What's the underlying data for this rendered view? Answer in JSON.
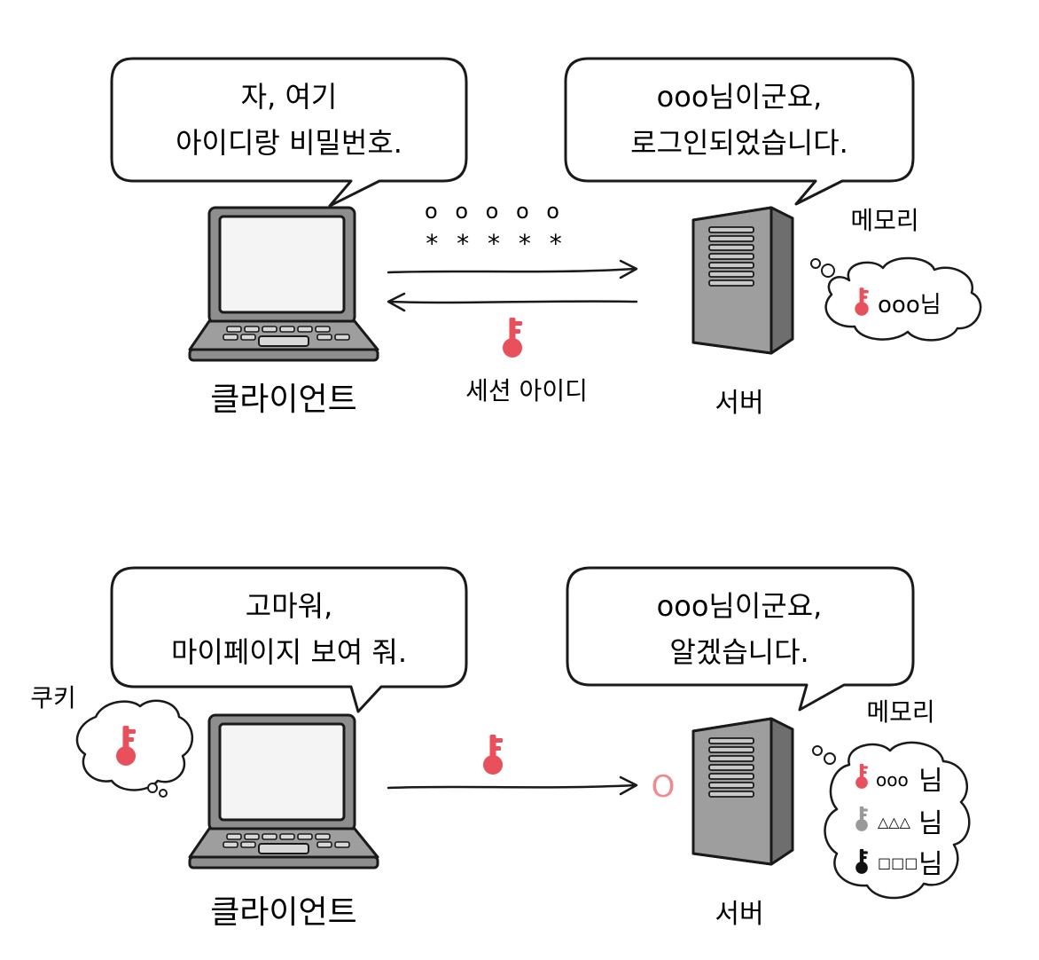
{
  "panel1": {
    "client_speech": [
      "자, 여기",
      "아이디랑 비밀번호."
    ],
    "server_speech": [
      "ooo님이군요,",
      "로그인되었습니다."
    ],
    "credentials_id": "o o o o o",
    "credentials_pw": "* * * * *",
    "session_id_label": "세션 아이디",
    "client_label": "클라이언트",
    "server_label": "서버",
    "memory_label": "메모리",
    "memory_entry": "ooo님"
  },
  "panel2": {
    "client_speech": [
      "고마워,",
      "마이페이지 보여 줘."
    ],
    "server_speech": [
      "ooo님이군요,",
      "알겠습니다."
    ],
    "cookie_label": "쿠키",
    "client_label": "클라이언트",
    "server_label": "서버",
    "memory_label": "메모리",
    "match_mark": "O",
    "memory_entries": [
      {
        "user": "ooo",
        "suffix": "님",
        "key_color": "#e8505b"
      },
      {
        "user": "△△△",
        "suffix": "님",
        "key_color": "#9a9a9a"
      },
      {
        "user": "□□□",
        "suffix": "님",
        "key_color": "#111111"
      }
    ]
  },
  "colors": {
    "key_red": "#e8505b",
    "device_gray": "#9e9e9e",
    "outline": "#1a1a1a",
    "screen": "#f4f4f4"
  }
}
